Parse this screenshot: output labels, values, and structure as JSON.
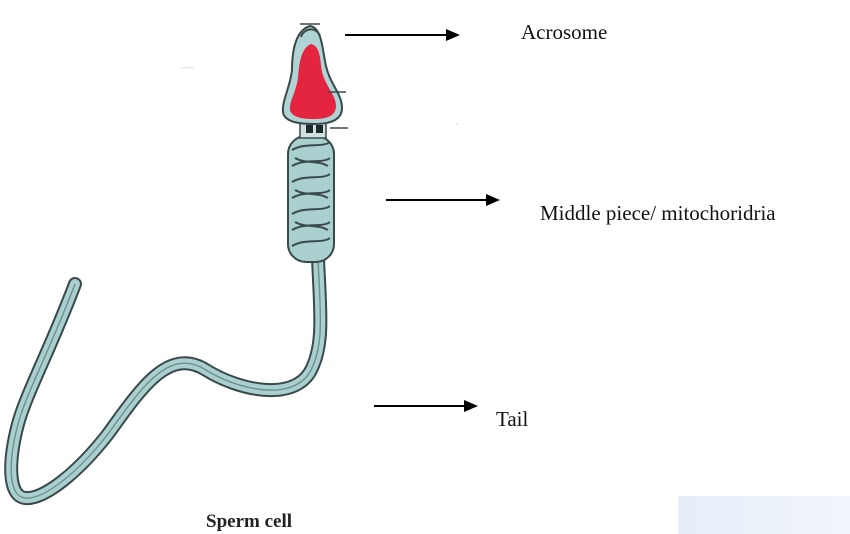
{
  "diagram": {
    "labels": {
      "acrosome": "Acrosome",
      "middle_piece": "Middle piece/ mitochoridria",
      "tail": "Tail"
    },
    "caption": "Sperm cell"
  },
  "colors": {
    "head_fill": "#e4253f",
    "body_fill": "#a9cfcf",
    "stroke": "#3a4a4a",
    "arrow": "#000000"
  }
}
